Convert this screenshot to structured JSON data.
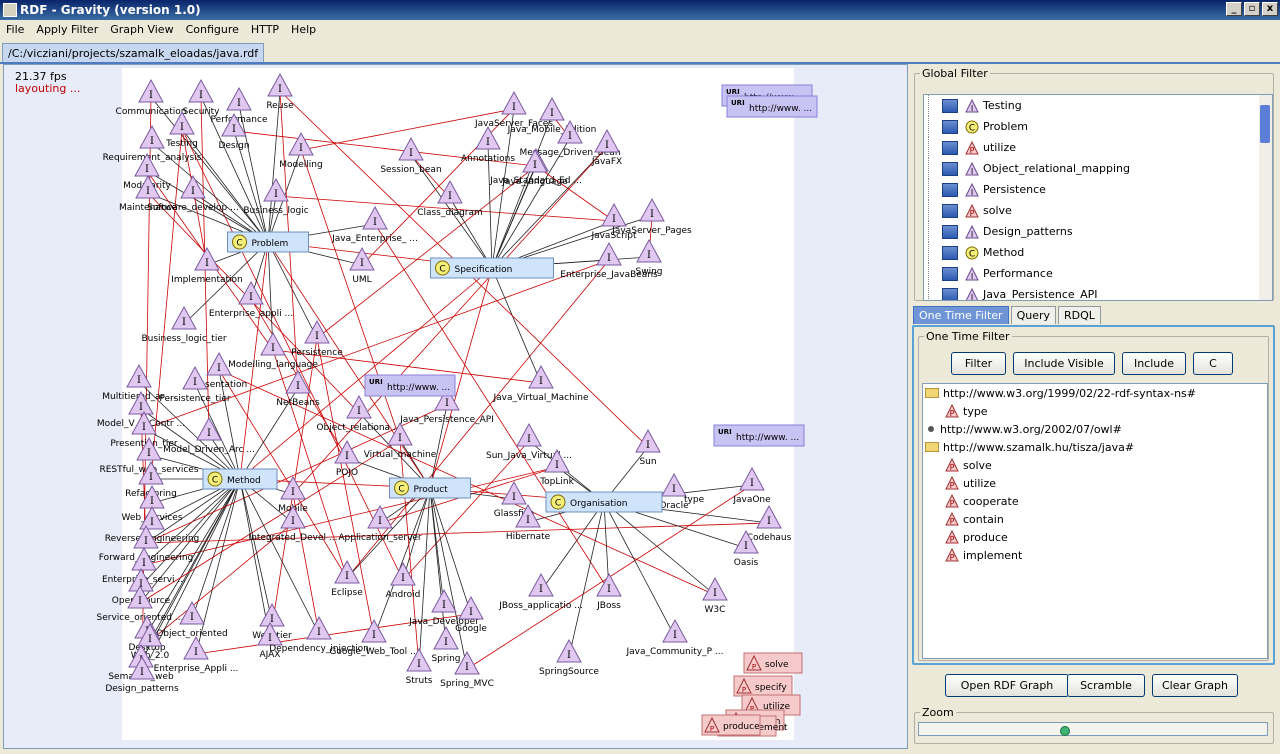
{
  "window": {
    "title": "RDF - Gravity (version 1.0)",
    "minimize_glyph": "_",
    "restore_glyph": "▫",
    "close_glyph": "x"
  },
  "menu": [
    "File",
    "Apply Filter",
    "Graph View",
    "Configure",
    "HTTP",
    "Help"
  ],
  "document_tab": "/C:/vicziani/projects/szamalk_eloadas/java.rdf",
  "canvas": {
    "fps": "21.37 fps",
    "status": "layouting ...",
    "uri_badge": "URI"
  },
  "graph": {
    "class_nodes": [
      "Problem",
      "Specification",
      "Method",
      "Product",
      "Organisation"
    ],
    "instance_nodes": [
      "Communication",
      "Security",
      "Performance",
      "Reuse",
      "Testing",
      "Requirement_analysis",
      "Design",
      "Modelling",
      "Modularity",
      "Software_develop ...",
      "Business_logic",
      "Maintenance",
      "Implementation",
      "Enterprise_appli ...",
      "Business_logic_tier",
      "Modelling_language",
      "Persistence",
      "Presentation",
      "Persistence_tier",
      "Multitiered_ar ...",
      "NetBeans",
      "Model_V ... Contr ...",
      "Object_relationa ...",
      "Presention_tier",
      "Model_Driven_Arc ...",
      "RESTful_web_services",
      "Refactoring",
      "Web_services",
      "Reverse_engineering",
      "Forward_engineering",
      "Enterprise_servi ...",
      "Open_source",
      "Service_oriented ...",
      "Object_oriented",
      "Desktop",
      "Web_2.0",
      "Semantic_web",
      "Enterprise_Appli ...",
      "Design_patterns",
      "Session_bean",
      "Class_diagram",
      "Java_Enterprise_ ...",
      "UML",
      "Annotations",
      "JavaServer_Faces",
      "Java_Mobile_Edition",
      "Message_Driven_Bean",
      "Java_Standard_Ed ...",
      "Java_language",
      "JavaFX",
      "JavaScript",
      "JavaServer_Pages",
      "Enterprise_JavaBeans",
      "Swing",
      "Java_Virtual_Machine",
      "Java_Persistence_API",
      "Virtual_machine",
      "POJO",
      "Sun_Java_Virtual ...",
      "Sun",
      "TopLink",
      "Glassfish",
      "Hibernate",
      "Oracle",
      "JavaOne",
      "Codehaus",
      "Oasis",
      "Mobile",
      "Integrated_Devel ...",
      "Application_server",
      "Eclipse",
      "Android",
      "JBoss_applicatio ...",
      "JBoss",
      "W3C",
      "Java_Developer",
      "Google",
      "Web_tier",
      "AJAX",
      "Dependency_injection",
      "Google_Web_Tool ...",
      "Spring",
      "Struts",
      "Spring_MVC",
      "SpringSource",
      "Java_Community_P ..."
    ],
    "uri_nodes": [
      "http://www. ...",
      "http://www. ...",
      "http://www. ...",
      "http://www. ..."
    ],
    "edge_label": "type",
    "property_nodes": [
      "solve",
      "specify",
      "utilize",
      "contain",
      "implement",
      "produce"
    ]
  },
  "global_filter": {
    "title": "Global Filter",
    "items": [
      {
        "label": "Testing",
        "kind": "I"
      },
      {
        "label": "Problem",
        "kind": "C"
      },
      {
        "label": "utilize",
        "kind": "P"
      },
      {
        "label": "Object_relational_mapping",
        "kind": "I"
      },
      {
        "label": "Persistence",
        "kind": "I"
      },
      {
        "label": "solve",
        "kind": "P"
      },
      {
        "label": "Design_patterns",
        "kind": "I"
      },
      {
        "label": "Method",
        "kind": "C"
      },
      {
        "label": "Performance",
        "kind": "I"
      },
      {
        "label": "Java_Persistence_API",
        "kind": "I"
      }
    ]
  },
  "subtabs": [
    "One Time Filter",
    "Query",
    "RDQL"
  ],
  "one_time_filter": {
    "title": "One Time Filter",
    "buttons": [
      "Filter",
      "Include Visible",
      "Include",
      "C"
    ],
    "tree": [
      {
        "label": "http://www.w3.org/1999/02/22-rdf-syntax-ns#",
        "kind": "folder",
        "indent": 0
      },
      {
        "label": "type",
        "kind": "P",
        "indent": 1
      },
      {
        "label": "http://www.w3.org/2002/07/owl#",
        "kind": "bullet",
        "indent": 0
      },
      {
        "label": "http://www.szamalk.hu/tisza/java#",
        "kind": "folder",
        "indent": 0
      },
      {
        "label": "solve",
        "kind": "P",
        "indent": 1
      },
      {
        "label": "utilize",
        "kind": "P",
        "indent": 1
      },
      {
        "label": "cooperate",
        "kind": "P",
        "indent": 1
      },
      {
        "label": "contain",
        "kind": "P",
        "indent": 1
      },
      {
        "label": "produce",
        "kind": "P",
        "indent": 1
      },
      {
        "label": "implement",
        "kind": "P",
        "indent": 1
      }
    ]
  },
  "actions": [
    "Open RDF Graph",
    "Scramble",
    "Clear Graph"
  ],
  "zoom": {
    "label": "Zoom",
    "level": 0.41
  },
  "colors": {
    "instance": "#e0c8f0",
    "class": "#cfe3fb",
    "uri": "#c9c3f3",
    "property": "#f6caca",
    "edge_red": "#cc0000",
    "edge_black": "#222222"
  }
}
